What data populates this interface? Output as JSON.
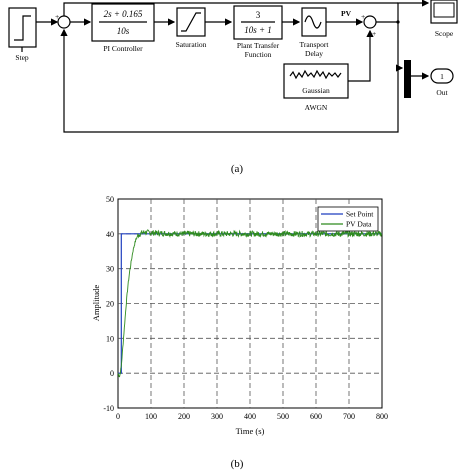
{
  "diagram": {
    "caption": "(a)",
    "blocks": {
      "step": "Step",
      "pi_num": "2s + 0.165",
      "pi_den": "10s",
      "pi_label": "PI Controller",
      "saturation": "Saturation",
      "plant_num": "3",
      "plant_den": "10s + 1",
      "plant_label_1": "Plant Transfer",
      "plant_label_2": "Function",
      "delay_label_1": "Transport",
      "delay_label_2": "Delay",
      "pv": "PV",
      "scope": "Scope",
      "gaussian": "Gaussian",
      "awgn": "AWGN",
      "out_port": "1",
      "out_label": "Out"
    },
    "signs": {
      "sum1_plus": "+",
      "sum1_minus": "-",
      "sum2_plus1": "+",
      "sum2_plus2": "+"
    }
  },
  "chart": {
    "caption": "(b)",
    "chart_data": {
      "type": "line",
      "xlabel": "Time (s)",
      "ylabel": "Amplitude",
      "xlim": [
        0,
        800
      ],
      "ylim": [
        -10,
        50
      ],
      "xticks": [
        "0",
        "100",
        "200",
        "300",
        "400",
        "500",
        "600",
        "700",
        "800"
      ],
      "yticks": [
        "-10",
        "0",
        "10",
        "20",
        "30",
        "40",
        "50"
      ],
      "grid": true,
      "legend_position": "top-right",
      "series": [
        {
          "name": "Set Point",
          "color": "#1f3fbf",
          "x": [
            0,
            10,
            10,
            800
          ],
          "y": [
            0,
            0,
            40,
            40
          ]
        },
        {
          "name": "PV Data",
          "color": "#2e8b1e",
          "x": [
            0,
            5,
            10,
            15,
            20,
            25,
            30,
            35,
            40,
            45,
            50,
            55,
            60,
            70,
            80,
            100,
            150,
            200,
            300,
            400,
            500,
            600,
            700,
            800
          ],
          "y": [
            0,
            -1,
            2,
            8,
            14,
            20,
            25,
            29,
            32,
            35,
            37,
            38.5,
            39.5,
            40.2,
            40.5,
            40.3,
            40.1,
            40,
            40,
            40,
            40,
            40,
            40,
            40
          ],
          "noise_amplitude": 0.8
        }
      ]
    }
  }
}
